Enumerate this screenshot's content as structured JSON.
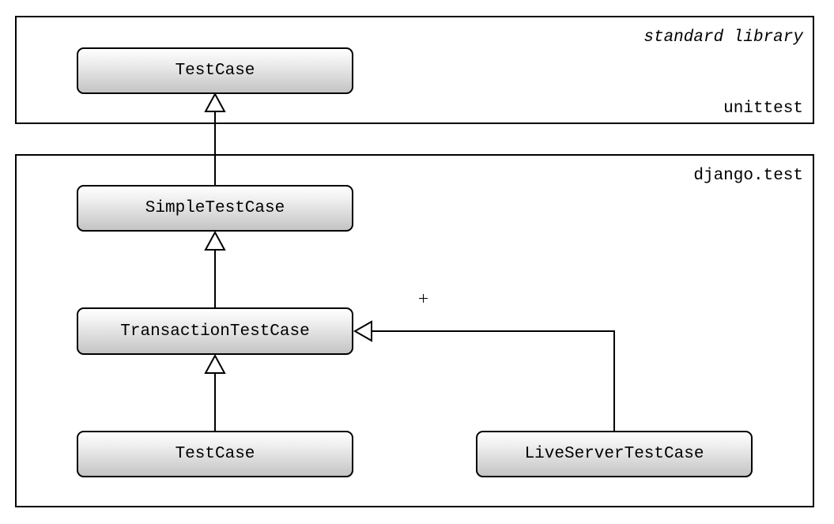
{
  "packages": {
    "unittest": {
      "name": "unittest",
      "note": "standard library"
    },
    "django_test": {
      "name": "django.test"
    }
  },
  "classes": {
    "unittest_testcase": "TestCase",
    "simple_testcase": "SimpleTestCase",
    "transaction_testcase": "TransactionTestCase",
    "django_testcase": "TestCase",
    "liveserver_testcase": "LiveServerTestCase"
  },
  "relations": [
    {
      "from": "SimpleTestCase",
      "to": "TestCase",
      "type": "inheritance"
    },
    {
      "from": "TransactionTestCase",
      "to": "SimpleTestCase",
      "type": "inheritance"
    },
    {
      "from": "TestCase",
      "to": "TransactionTestCase",
      "type": "inheritance"
    },
    {
      "from": "LiveServerTestCase",
      "to": "TransactionTestCase",
      "type": "inheritance"
    }
  ]
}
